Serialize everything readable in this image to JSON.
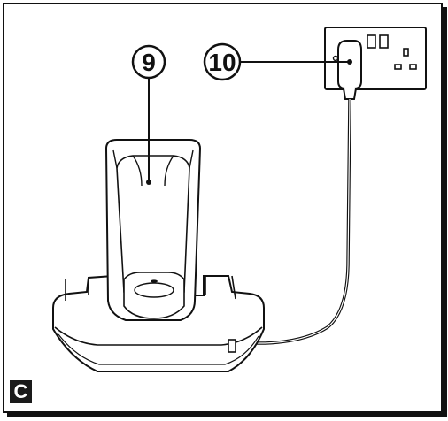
{
  "callouts": [
    {
      "number": "9",
      "refers_to": "handset"
    },
    {
      "number": "10",
      "refers_to": "power-adapter"
    }
  ],
  "panel_label": "C"
}
